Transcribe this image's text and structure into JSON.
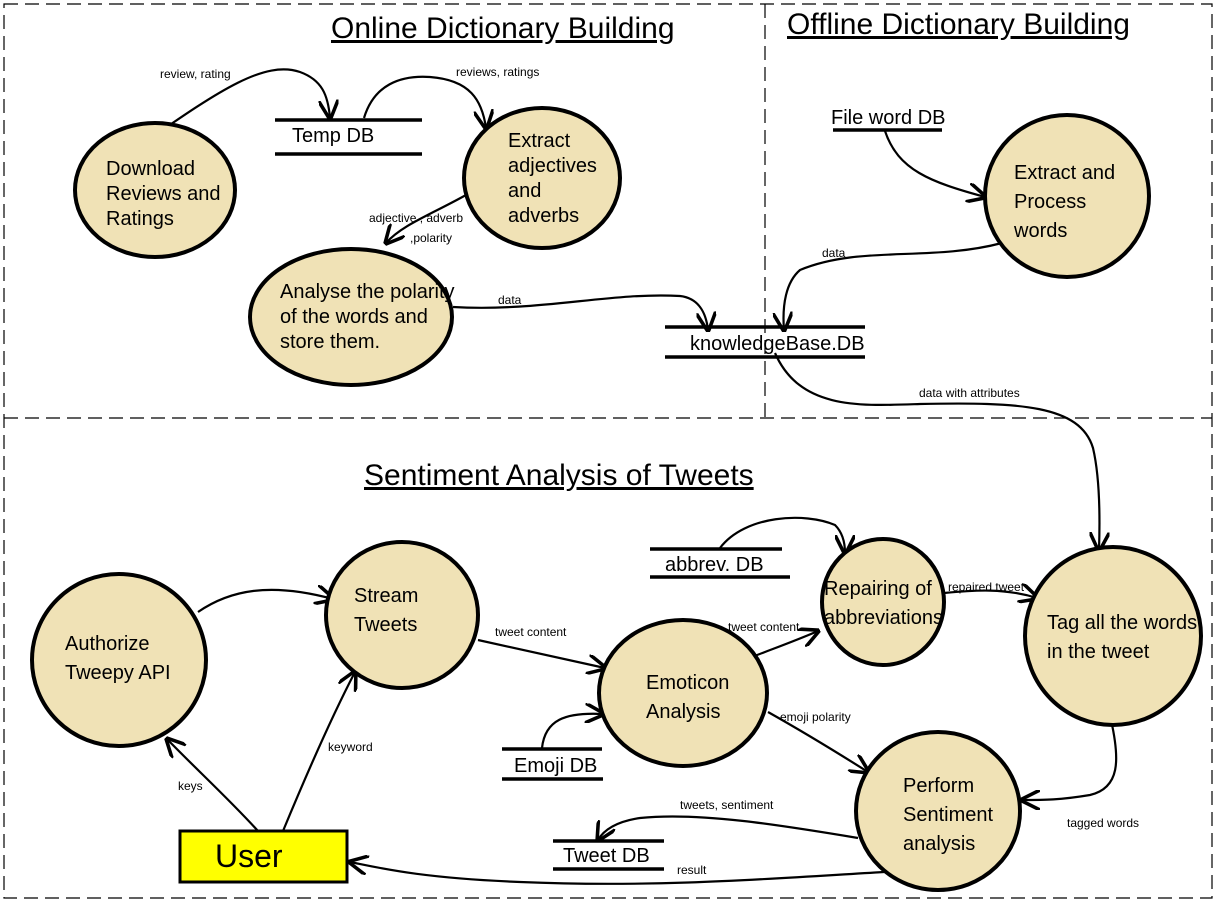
{
  "sections": {
    "online": "Online Dictionary Building",
    "offline": "Offline Dictionary Building",
    "sentiment": "Sentiment Analysis of Tweets"
  },
  "processes": {
    "download": [
      "Download",
      "Reviews and",
      "Ratings"
    ],
    "extract_adj": [
      "Extract",
      "adjectives",
      "and",
      "adverbs"
    ],
    "analyse": [
      "Analyse the polarity",
      "of the words and",
      "store them."
    ],
    "extract_process": [
      "Extract and",
      "Process",
      "words"
    ],
    "authorize": [
      "Authorize",
      "Tweepy API"
    ],
    "stream": [
      "Stream",
      "Tweets"
    ],
    "emoticon": [
      "Emoticon",
      "Analysis"
    ],
    "repair": [
      "Repairing of",
      "abbreviations"
    ],
    "tag": [
      "Tag all the words",
      "in the tweet"
    ],
    "perform": [
      "Perform",
      "Sentiment",
      "analysis"
    ]
  },
  "stores": {
    "temp": "Temp DB",
    "fileword": "File word DB",
    "knowledge": "knowledgeBase.DB",
    "abbrev": "abbrev. DB",
    "emoji": "Emoji DB",
    "tweet": "Tweet DB"
  },
  "entity": {
    "user": "User"
  },
  "flows": {
    "review_rating": "review, rating",
    "reviews_ratings": "reviews, ratings",
    "adjective_adverb": "adjective , adverb",
    "polarity": ",polarity",
    "data_online": "data",
    "data_offline": "data",
    "data_attributes": "data with attributes",
    "tweet_content_1": "tweet content",
    "tweet_content_2": "tweet content",
    "repaired_tweet": "repaired tweet",
    "emoji_polarity": "emoji polarity",
    "keyword": "keyword",
    "keys": "keys",
    "tweets_sentiment": "tweets, sentiment",
    "tagged_words": "tagged words",
    "result": "result"
  },
  "colors": {
    "process_fill": "#f0e2b6",
    "user_fill": "#ffff00",
    "stroke": "#000000"
  }
}
